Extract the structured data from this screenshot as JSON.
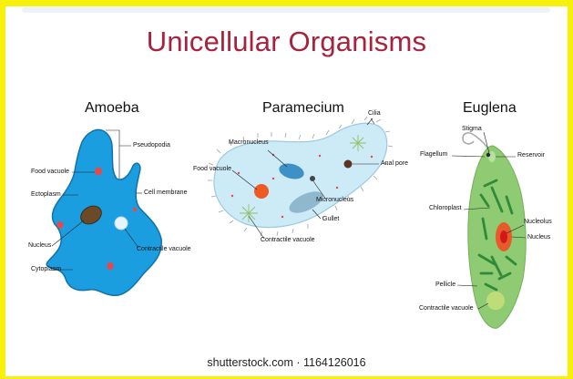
{
  "title": "Unicellular Organisms",
  "footer": "shutterstock.com · 1164126016",
  "colors": {
    "frame": "#f6f00a",
    "title": "#a8213d",
    "amoeba": "#1a9ee0",
    "paramecium": "#cdeaf7",
    "euglena": "#8fcb72"
  },
  "organisms": {
    "amoeba": {
      "name": "Amoeba",
      "labels": {
        "pseudopodia": "Pseudopodia",
        "food_vacuole": "Food vacuole",
        "ectoplasm": "Ectoplasm",
        "cell_membrane": "Cell membrane",
        "nucleus": "Nucleus",
        "contractile_vacuole": "Contractile vacuole",
        "cytoplasm": "Cytoplasm"
      }
    },
    "paramecium": {
      "name": "Paramecium",
      "labels": {
        "cilia": "Cilia",
        "macronucleus": "Macronucleus",
        "food_vacuole": "Food vacuole",
        "anal_pore": "Anal pore",
        "micronucleus": "Micronucleus",
        "gullet": "Gullet",
        "contractile_vacuole": "Contractile vacuole"
      }
    },
    "euglena": {
      "name": "Euglena",
      "labels": {
        "stigma": "Stigma",
        "flagellum": "Flagellum",
        "reservoir": "Reservoir",
        "chloroplast": "Chloroplast",
        "nucleolus": "Nucleolus",
        "nucleus": "Nucleus",
        "pellicle": "Pellicle",
        "contractile_vacuole": "Contractile vacuole"
      }
    }
  }
}
